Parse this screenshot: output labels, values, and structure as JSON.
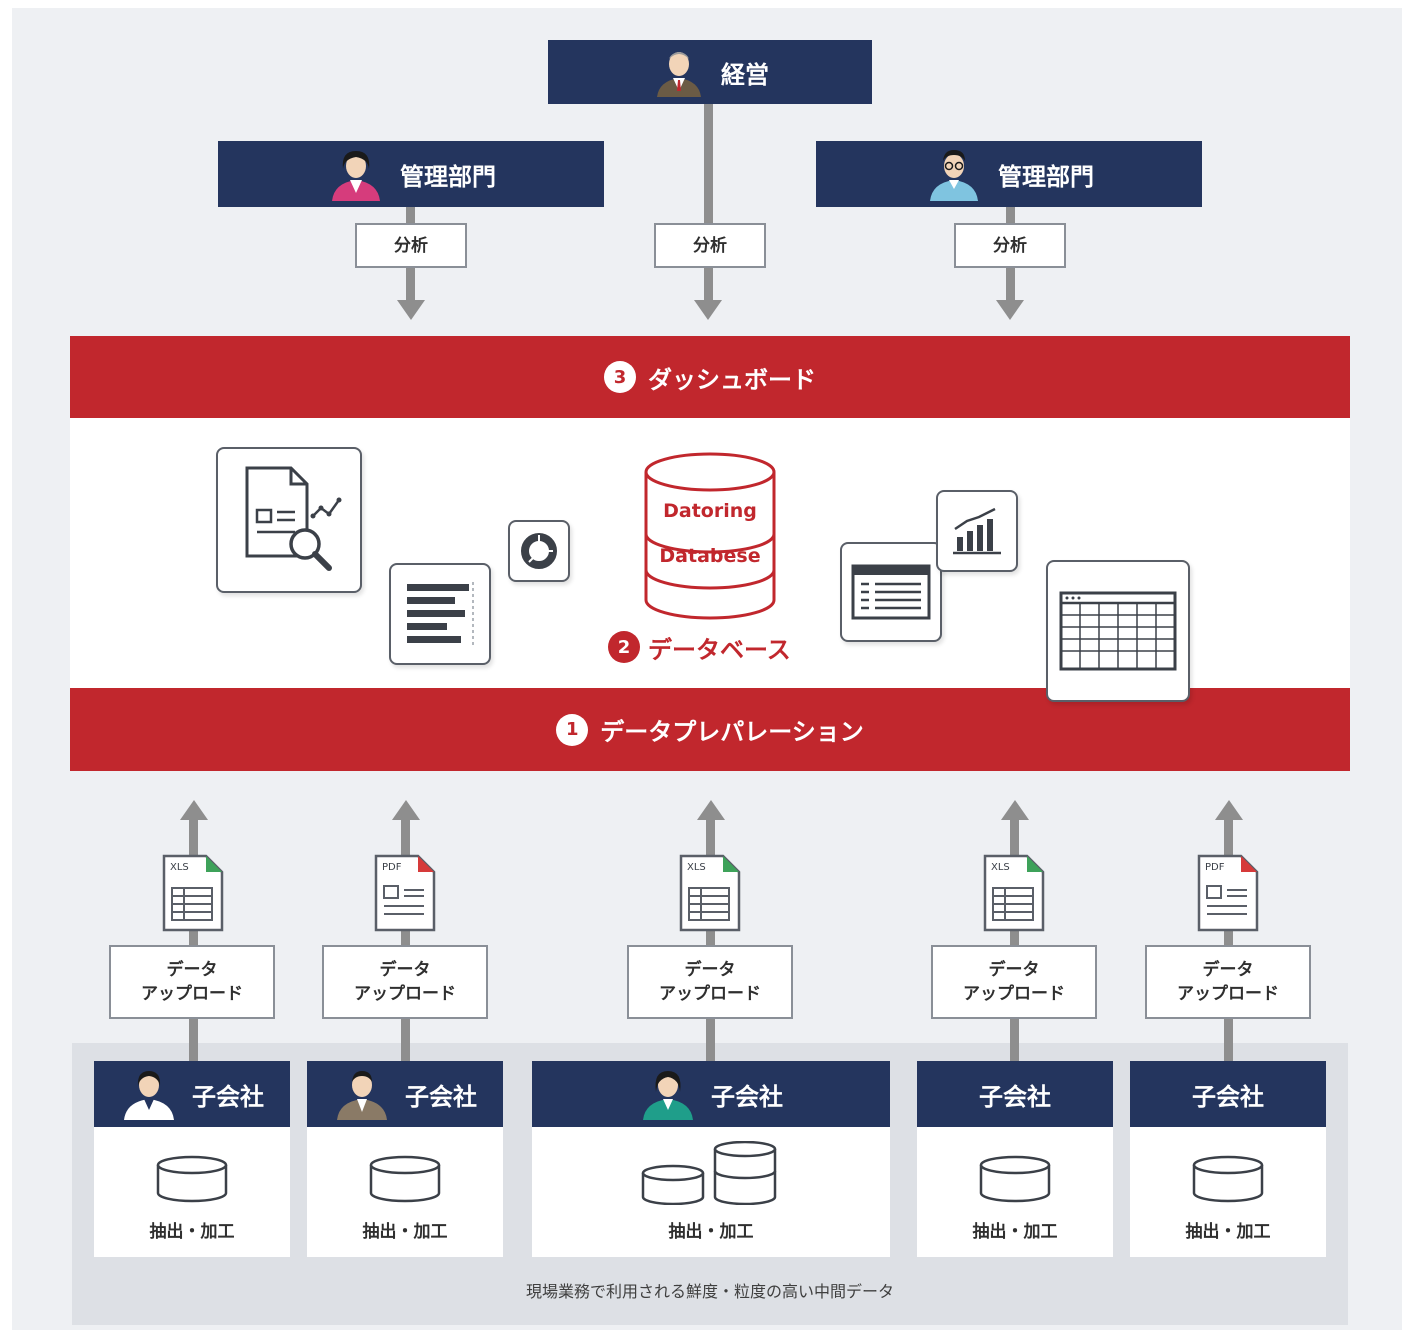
{
  "management": {
    "label": "経営"
  },
  "departments": [
    {
      "label": "管理部門"
    },
    {
      "label": "管理部門"
    }
  ],
  "analysis_label": "分析",
  "dashboard": {
    "number": "3",
    "label": "ダッシュボード"
  },
  "database": {
    "number": "2",
    "label": "データベース",
    "cylinder_text": [
      "Datoring",
      "Databese"
    ]
  },
  "preparation": {
    "number": "1",
    "label": "データプレパレーション"
  },
  "uploads": [
    {
      "file_type": "XLS",
      "line1": "データ",
      "line2": "アップロード"
    },
    {
      "file_type": "PDF",
      "line1": "データ",
      "line2": "アップロード"
    },
    {
      "file_type": "XLS",
      "line1": "データ",
      "line2": "アップロード"
    },
    {
      "file_type": "XLS",
      "line1": "データ",
      "line2": "アップロード"
    },
    {
      "file_type": "PDF",
      "line1": "データ",
      "line2": "アップロード"
    }
  ],
  "subsidiaries": [
    {
      "label": "子会社",
      "process": "抽出・加工"
    },
    {
      "label": "子会社",
      "process": "抽出・加工"
    },
    {
      "label": "子会社",
      "process": "抽出・加工"
    },
    {
      "label": "子会社",
      "process": "抽出・加工"
    },
    {
      "label": "子会社",
      "process": "抽出・加工"
    }
  ],
  "footer_note": "現場業務で利用される鮮度・粒度の高い中間データ",
  "colors": {
    "navy": "#24355e",
    "red": "#c1272d",
    "grey": "#8e8e8e",
    "panel": "#dde0e5"
  }
}
